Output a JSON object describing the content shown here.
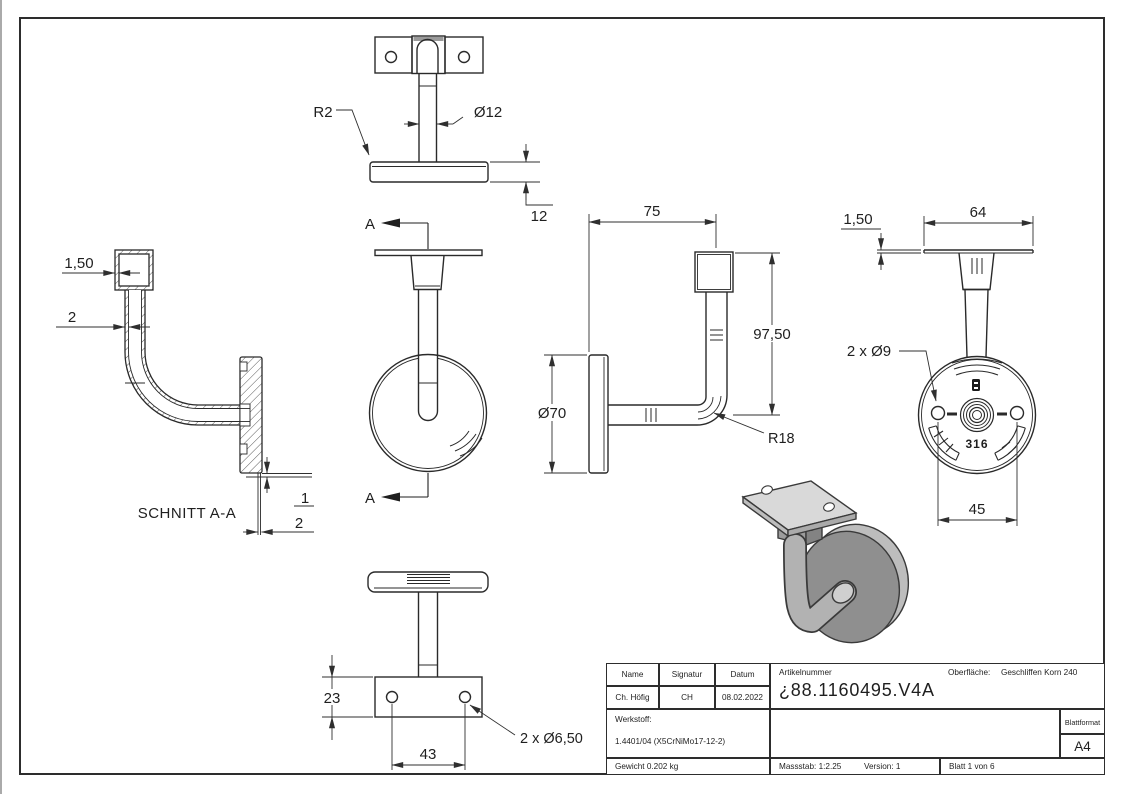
{
  "sheet": {
    "views": {
      "top": {
        "dim_r2": "R2",
        "dim_dia": "Ø12",
        "dim_thickness": "12"
      },
      "section": {
        "label": "SCHNITT A-A",
        "dim_wall_cap": "1,50",
        "dim_wall_tube": "2",
        "dim_gap": "1",
        "dim_edge": "2"
      },
      "front": {
        "marker": "A"
      },
      "side": {
        "dim_width": "75",
        "dim_height": "97,50",
        "dim_disc": "Ø70",
        "dim_radius": "R18"
      },
      "back": {
        "dim_plate": "1,50",
        "dim_cap_width": "64",
        "dim_holes": "2 x Ø9",
        "dim_spacing": "45",
        "stamp": "316"
      },
      "bottom": {
        "dim_plate_depth": "23",
        "dim_hole_spacing": "43",
        "dim_holes": "2 x Ø6,50"
      }
    },
    "title_block": {
      "col_name": "Name",
      "col_signatur": "Signatur",
      "col_datum": "Datum",
      "name": "Ch. Höfig",
      "signatur": "CH",
      "datum": "08.02.2022",
      "artikelnummer_label": "Artikelnummer",
      "artikelnummer": "¿88.1160495.V4A",
      "oberflaeche_label": "Oberfläche:",
      "oberflaeche_value": "Geschliffen Korn 240",
      "werkstoff_label": "Werkstoff:",
      "werkstoff_value": "1.4401/04 (X5CrNiMo17-12-2)",
      "blattformat_label": "Blattformat",
      "blattformat_value": "A4",
      "gewicht": "Gewicht 0.202 kg",
      "massstab": "Massstab: 1:2.25",
      "version": "Version: 1",
      "blatt": "Blatt 1 von 6"
    }
  }
}
